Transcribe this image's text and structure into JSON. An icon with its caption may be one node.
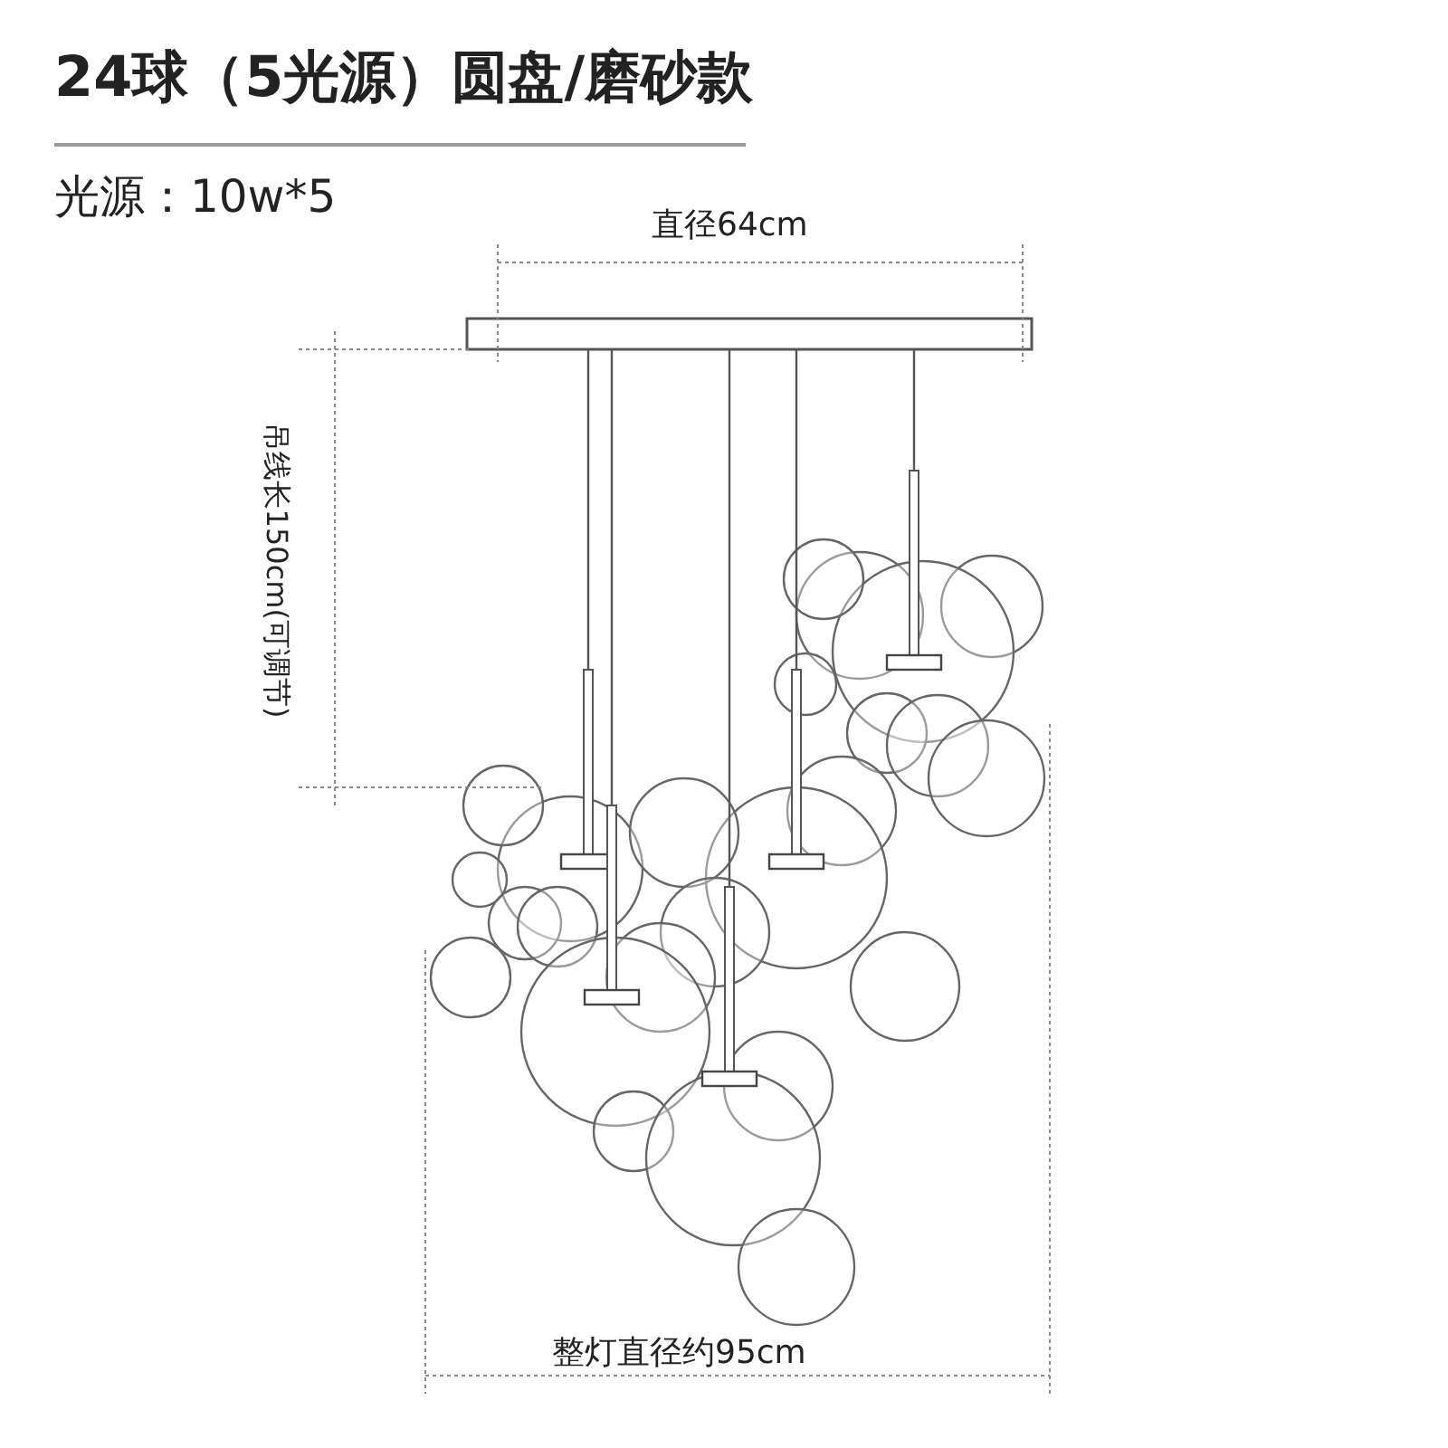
{
  "diagram": {
    "title": "24球（5光源）圆盘/磨砂款",
    "labels": [
      "光源：10w*5",
      "直径64cm",
      "吊线长150cm(可调节)",
      "整灯直径约95cm"
    ]
  }
}
